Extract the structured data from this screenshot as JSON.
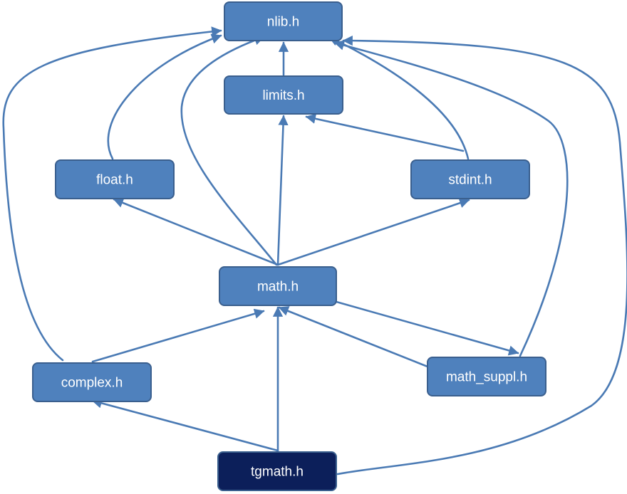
{
  "colors": {
    "node_fill": "#4f81bd",
    "node_highlight_fill": "#0c1f5a",
    "edge": "#4a7ab4"
  },
  "nodes": [
    {
      "id": "nlib",
      "label": "nlib.h",
      "highlight": false
    },
    {
      "id": "limits",
      "label": "limits.h",
      "highlight": false
    },
    {
      "id": "float",
      "label": "float.h",
      "highlight": false
    },
    {
      "id": "stdint",
      "label": "stdint.h",
      "highlight": false
    },
    {
      "id": "math",
      "label": "math.h",
      "highlight": false
    },
    {
      "id": "complex",
      "label": "complex.h",
      "highlight": false
    },
    {
      "id": "math_suppl",
      "label": "math_suppl.h",
      "highlight": false
    },
    {
      "id": "tgmath",
      "label": "tgmath.h",
      "highlight": true
    }
  ],
  "edges": [
    {
      "from": "limits",
      "to": "nlib"
    },
    {
      "from": "float",
      "to": "nlib"
    },
    {
      "from": "stdint",
      "to": "nlib"
    },
    {
      "from": "stdint",
      "to": "limits"
    },
    {
      "from": "math",
      "to": "float"
    },
    {
      "from": "math",
      "to": "limits"
    },
    {
      "from": "math",
      "to": "stdint"
    },
    {
      "from": "math",
      "to": "nlib"
    },
    {
      "from": "math",
      "to": "math_suppl"
    },
    {
      "from": "math_suppl",
      "to": "math"
    },
    {
      "from": "math_suppl",
      "to": "nlib"
    },
    {
      "from": "complex",
      "to": "math"
    },
    {
      "from": "complex",
      "to": "nlib"
    },
    {
      "from": "tgmath",
      "to": "complex"
    },
    {
      "from": "tgmath",
      "to": "math"
    },
    {
      "from": "tgmath",
      "to": "nlib"
    }
  ]
}
